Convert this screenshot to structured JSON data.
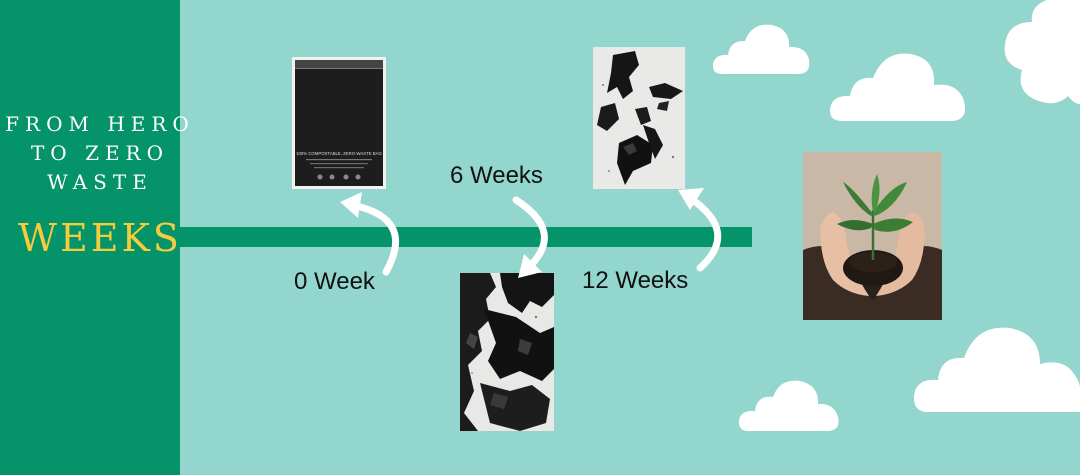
{
  "header": {
    "tagline": [
      "FROM HERO",
      "TO ZERO",
      "WASTE"
    ],
    "title": "WEEKS"
  },
  "stages": [
    {
      "label": "0 Week"
    },
    {
      "label": "6 Weeks"
    },
    {
      "label": "12 Weeks"
    }
  ],
  "bag_print": {
    "headline": "100% COMPOSTABLE, ZERO-WASTE BAG"
  },
  "colors": {
    "background": "#93d6cd",
    "panel": "#05936a",
    "timeline": "#05936a",
    "title_accent": "#f4cc3c",
    "label_text": "#111111",
    "arrow": "#ffffff",
    "cloud": "#ffffff"
  }
}
